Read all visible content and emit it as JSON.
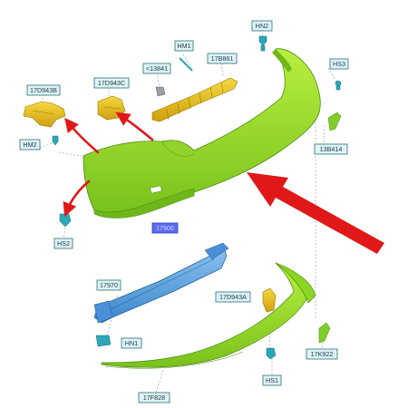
{
  "labels": {
    "hn2_top": "HN2",
    "hm1": "HM1",
    "p13841": "<13841",
    "p17b861": "17B861",
    "hs3": "HS3",
    "p17d943b": "17D943B",
    "p17d943c": "17D943C",
    "hm2": "HM2",
    "p13b414": "13B414",
    "p17906": "17906",
    "hs2": "HS2",
    "p17970": "17970",
    "p17d943a": "17D943A",
    "hn1": "HN1",
    "hs1": "HS1",
    "p17k922": "17K922",
    "p17f828": "17F828"
  },
  "colors": {
    "bumper_green": "#9be22a",
    "bumper_shadow": "#6fb81a",
    "bracket_yellow": "#e8c020",
    "beam_blue": "#5aa0e0",
    "fastener_teal": "#2aa8b8",
    "label_box": "#dff3f7",
    "label_border": "#2c6e7e",
    "highlight_box": "#5a6cf0",
    "arrow_red": "#e01818"
  }
}
